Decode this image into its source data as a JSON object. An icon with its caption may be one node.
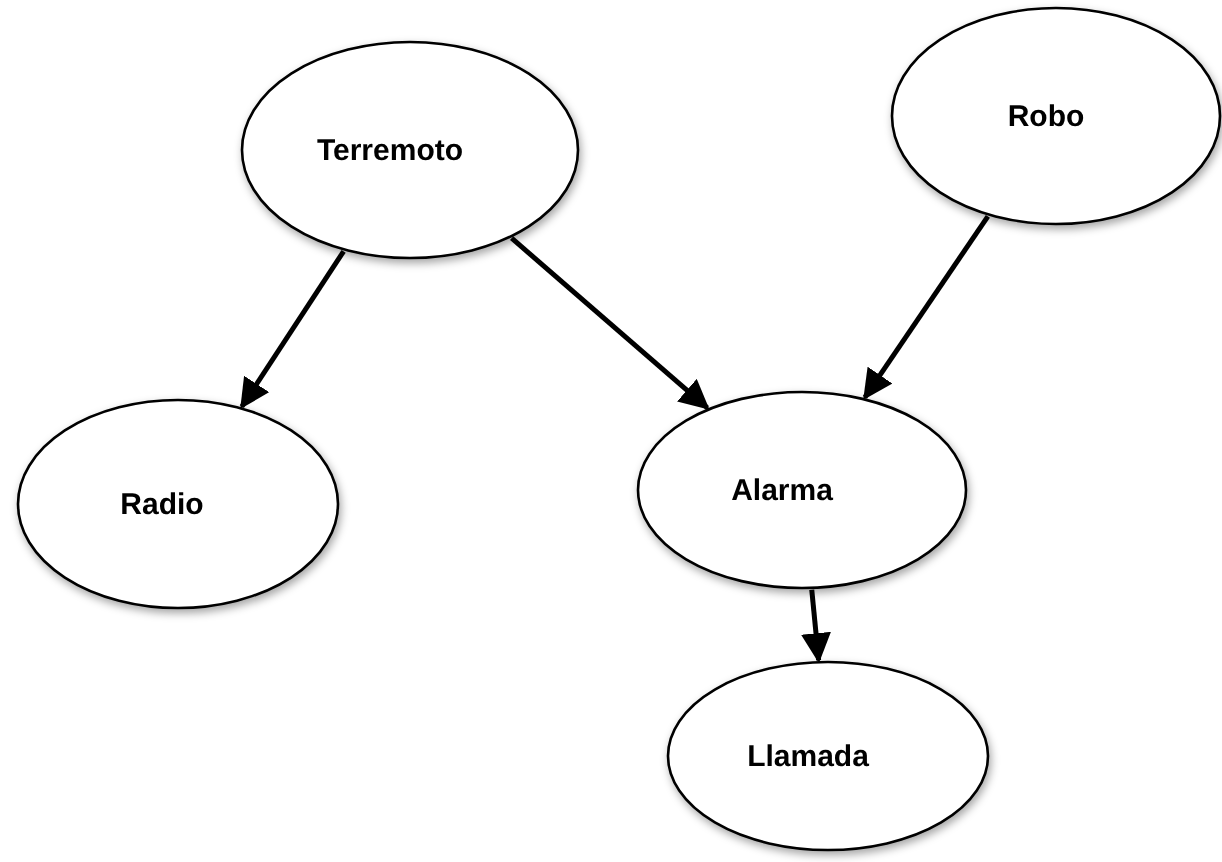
{
  "diagram": {
    "nodes": [
      {
        "text": [
          "Terremoto"
        ]
      },
      {
        "text": [
          "Robo"
        ]
      },
      {
        "text": [
          "Radio"
        ]
      },
      {
        "text": [
          "Alarma"
        ]
      },
      {
        "text": [
          "Llamada"
        ]
      }
    ],
    "edges": [
      {
        "from": 0,
        "to": 2,
        "arrow": "to"
      },
      {
        "from": 0,
        "to": 3,
        "arrow": "to"
      },
      {
        "from": 1,
        "to": 3,
        "arrow": "to"
      },
      {
        "from": 3,
        "to": 4,
        "arrow": "to"
      }
    ]
  }
}
